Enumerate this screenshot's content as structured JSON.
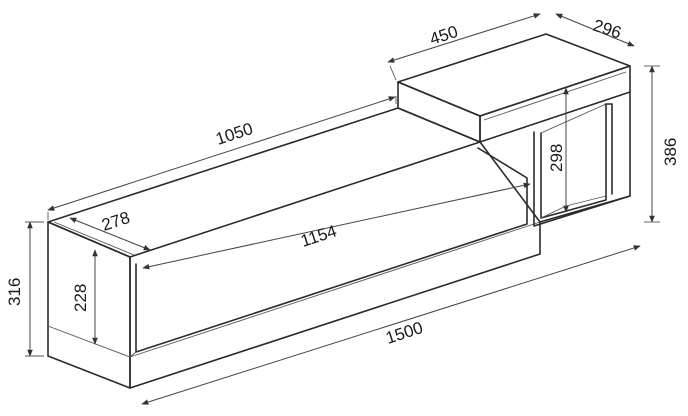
{
  "dimensions": {
    "top_width": "1050",
    "top_depth": "278",
    "front_length": "1154",
    "total_length": "1500",
    "total_height": "316",
    "front_height": "228",
    "upper_width": "450",
    "upper_depth": "296",
    "niche_height": "298",
    "upper_height": "386"
  },
  "colors": {
    "line": "#2b2b2b",
    "dimension": "#444444",
    "background": "#ffffff"
  }
}
